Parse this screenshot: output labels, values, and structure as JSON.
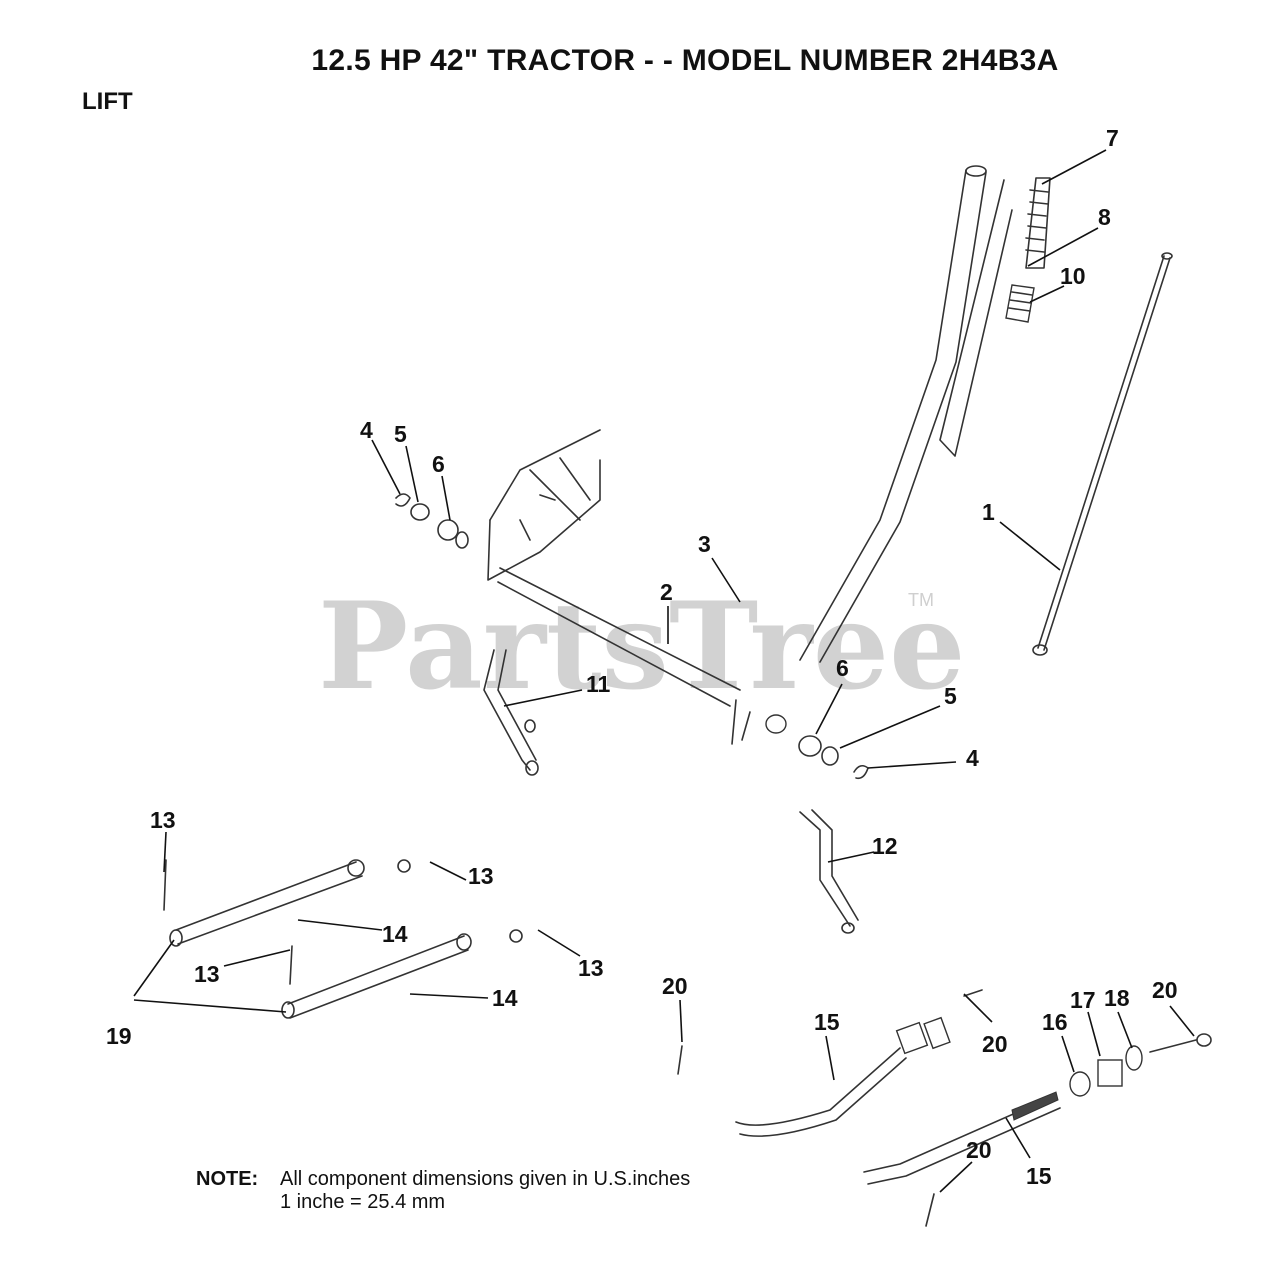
{
  "header": {
    "title": "12.5 HP 42\"  TRACTOR - - MODEL NUMBER 2H4B3A",
    "section": "LIFT"
  },
  "watermark": {
    "text": "PartsTree",
    "trademark": "TM"
  },
  "note": {
    "label": "NOTE:",
    "line1": "All component dimensions given in U.S.inches",
    "line2": "1 inche = 25.4 mm"
  },
  "callouts": [
    "7",
    "8",
    "10",
    "1",
    "4",
    "5",
    "6",
    "3",
    "2",
    "11",
    "6",
    "5",
    "4",
    "12",
    "13",
    "13",
    "14",
    "13",
    "13",
    "19",
    "14",
    "20",
    "15",
    "20",
    "16",
    "17",
    "18",
    "20",
    "20",
    "15"
  ]
}
